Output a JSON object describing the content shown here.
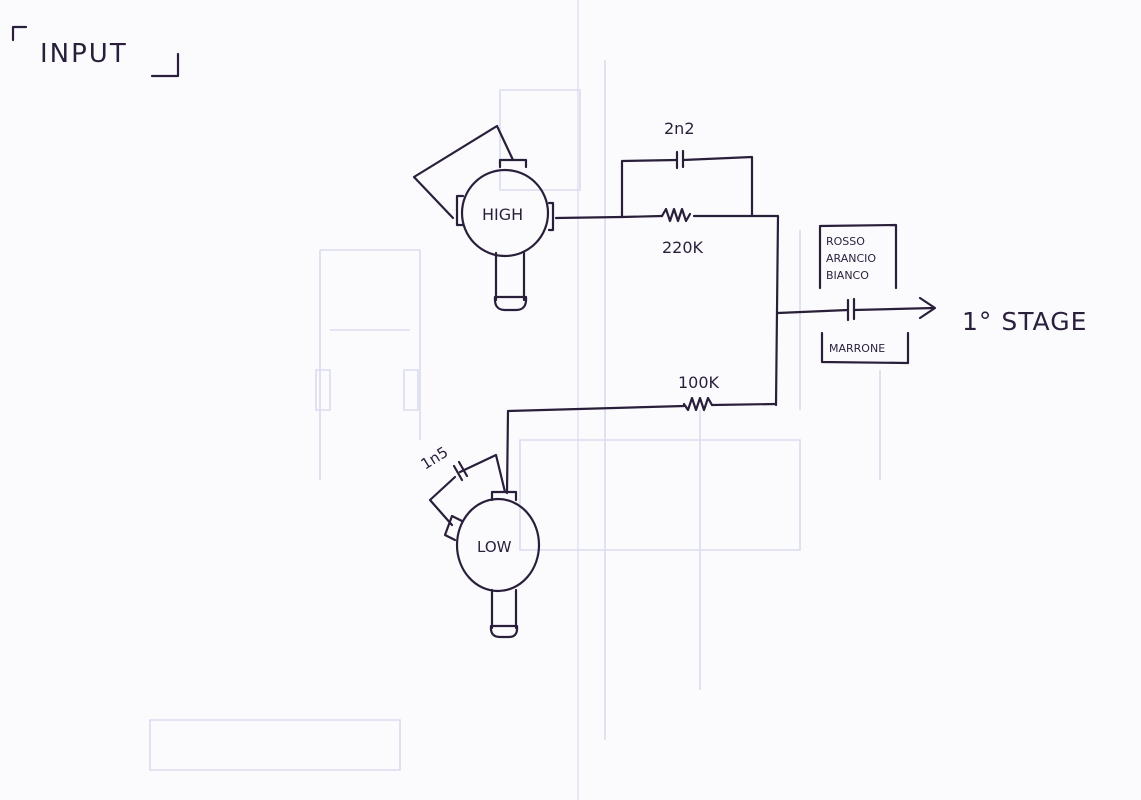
{
  "title": "INPUT",
  "pickups": {
    "high": "HIGH",
    "low": "LOW"
  },
  "components": {
    "cap_top": "2n2",
    "res_top": "220K",
    "res_bottom": "100K",
    "cap_low": "1n5"
  },
  "output_cap": {
    "colors_top": [
      "ROSSO",
      "ARANCIO",
      "BIANCO"
    ],
    "color_bottom": "MARRONE"
  },
  "output_label": "1° STAGE",
  "colors": {
    "ink": "#2a1f3a",
    "paper": "#fbfbfe"
  }
}
